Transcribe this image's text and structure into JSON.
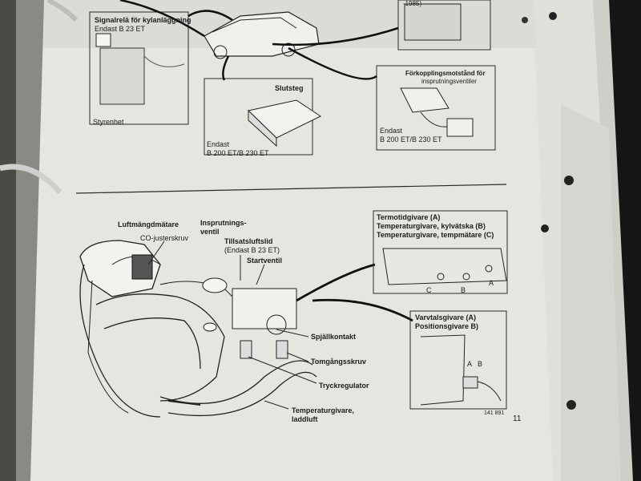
{
  "top": {
    "signalrele_title": "Signalrelä för kylanläggning",
    "signalrele_sub": "Endast B 23 ET",
    "styrenhet": "Styrenhet",
    "slutsteg_title": "Slutsteg",
    "slutsteg_endast": "Endast",
    "slutsteg_models": "B 200 ET/B 230 ET",
    "forkoppling_title": "Förkopplingsmotstånd för",
    "forkoppling_sub": "insprutningsventiler",
    "forkoppling_endast": "Endast",
    "forkoppling_models": "B 200 ET/B 230 ET",
    "year_fragment": "-1985)"
  },
  "bottom": {
    "luftmangd": "Luftmängdmätare",
    "cojuster": "CO-justerskruv",
    "insprutning1": "Insprutnings-",
    "insprutning2": "ventil",
    "tillsats1": "Tillsatsluftslid",
    "tillsats2": "(Endast B 23 ET)",
    "startventil": "Startventil",
    "spjall": "Spjällkontakt",
    "tomgang": "Tomgångsskruv",
    "tryckreg": "Tryckregulator",
    "tempgiv1": "Temperaturgivare,",
    "tempgiv2": "laddluft",
    "termo_a": "Termotidgivare (A)",
    "termo_b": "Temperaturgivare, kylvätska (B)",
    "termo_c": "Temperaturgivare, tempmätare (C)",
    "letter_c": "C",
    "letter_b": "B",
    "letter_a": "A",
    "varvtal_a": "Varvtalsgivare (A)",
    "varvtal_b": "Positionsgivare B)",
    "vb_a": "A",
    "vb_b": "B",
    "figure_number": "141 891",
    "page_number": "11"
  }
}
